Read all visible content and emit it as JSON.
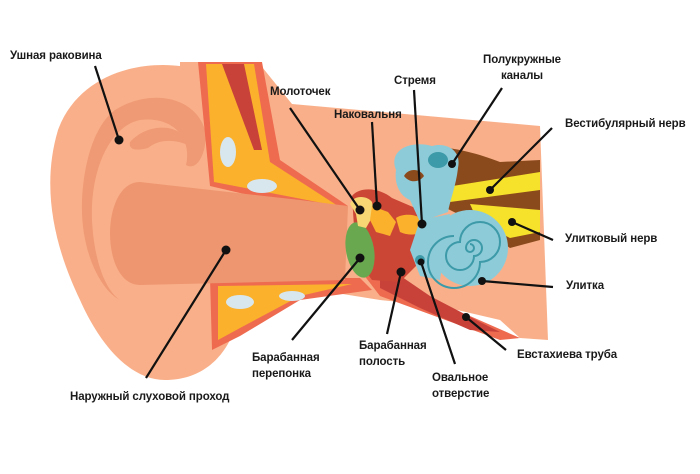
{
  "diagram": {
    "title": "Строение уха человека",
    "colors": {
      "skin": "#f9b08a",
      "skin_dark": "#ef9a74",
      "canal": "#ee9670",
      "bone": "#fbb12c",
      "bone_edge": "#ee6b50",
      "muscle": "#c8423a",
      "cartilage_spot": "#d8e6ee",
      "eardrum": "#6aa84f",
      "ossicle": "#f7d774",
      "cavity": "#cc4636",
      "labyrinth": "#8ecbd8",
      "labyrinth_line": "#3d9aa8",
      "nerve_yellow": "#f6e22a",
      "nerve_brown": "#8b4a1c",
      "leader_line": "#111111"
    },
    "labels": {
      "auricle": "Ушная раковина",
      "malleus": "Молоточек",
      "incus": "Наковальня",
      "stapes": "Стремя",
      "semicircular_canals_1": "Полукружные",
      "semicircular_canals_2": "каналы",
      "vestibular_nerve": "Вестибулярный нерв",
      "cochlear_nerve": "Улитковый нерв",
      "cochlea": "Улитка",
      "eustachian_tube": "Евстахиева труба",
      "oval_window_1": "Овальное",
      "oval_window_2": "отверстие",
      "tympanic_cavity_1": "Барабанная",
      "tympanic_cavity_2": "полость",
      "eardrum_1": "Барабанная",
      "eardrum_2": "перепонка",
      "ear_canal": "Наружный слуховой проход"
    }
  }
}
